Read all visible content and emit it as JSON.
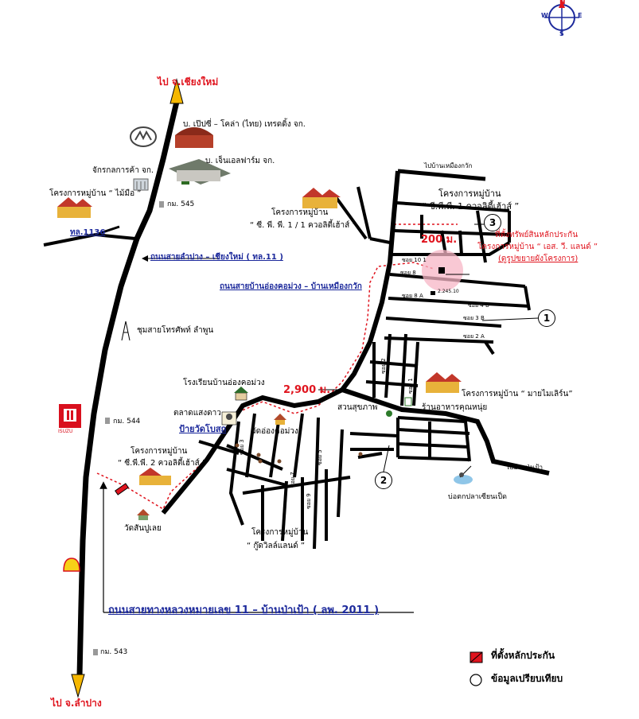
{
  "directions": {
    "north": "ไป จ.เชียงใหม่",
    "south": "ไป จ.ลำปาง",
    "to_mueang_kwak": "ไปบ้านเหมืองกวัก",
    "to_pa_pao": "ไปบ้านป่าเป้า"
  },
  "compass": {
    "n": "N",
    "s": "S",
    "e": "E",
    "w": "W"
  },
  "roads": {
    "r1136": "ทล.1136",
    "main_road": "ถนนสายลำปาง – เชียงใหม่ ( ทล.11 )",
    "village_road": "ถนนสายบ้านอ่องคอม่วง – บ้านเหมืองกวัก",
    "bottom_road": "ถนนสายทางหลวงหมายเลข 11 – บ้านป่าเป้า ( ลพ. 2011 )"
  },
  "km_markers": {
    "k545": "กม. 545",
    "k544": "กม. 544",
    "k543": "กม. 543"
  },
  "places": {
    "pepsi": "บ. เป๊ปซี่ – โคล่า (ไทย) เทรดดิ้ง จก.",
    "jasmine": "บ. เจ็นเอลฟาร์ม จก.",
    "machine": "จักรกลการค้า จก.",
    "maimue": "โครงการหมู่บ้าน “ ไม้มือ ”",
    "telecom": "ชุมสายโทรศัพท์ ลำพูน",
    "school": "โรงเรียนบ้านอ่องคอม่วง",
    "market": "ตลาดแสงดาว",
    "bus_stop": "ป้ายวัดโบสถ",
    "temple_ong": "วัดอ่องคอม่วง",
    "temple_sanpuloei": "วัดสันปูเลย",
    "proj_cp2_1": "โครงการหมู่บ้าน",
    "proj_cp2_2": "“ ซี.พี.พี. 2 ควอลิตี้เฮ้าส์ ”",
    "proj_cp11_1": "โครงการหมู่บ้าน",
    "proj_cp11_2": "“ ซี. พี. พี. 1 / 1 ควอลิตี้เฮ้าส์ ”",
    "proj_cp1_1": "โครงการหมู่บ้าน",
    "proj_cp1_2": "“ ซี.พี.พี. 1 ควอลิตี้เฮ้าส์ ”",
    "collateral_1": "ที่ตั้งทรัพย์สินหลักประกัน",
    "collateral_2": "โครงการหมู่บ้าน “ เอส. วี. แลนด์ ”",
    "collateral_3": "(ดูรูปขยายผังโครงการ)",
    "mymellin": "โครงการหมู่บ้าน “ มายไมเลิร์น”",
    "park": "สวนสุขภาพ",
    "restaurant": "ร้านอาหารคุณหนุ่ย",
    "fishpond": "บ่อตกปลาเซียนเป็ด",
    "goodwill_1": "โครงการหมู่บ้าน",
    "goodwill_2": "“ กู๊ดวิลล์แลนด์ ”"
  },
  "distances": {
    "d200": "200 ม.",
    "d2900": "2,900 ม."
  },
  "numbered_points": [
    "1",
    "2",
    "3"
  ],
  "soi_labels": {
    "s10_1": "ซอย 10 1",
    "s8": "ซอย 8",
    "s4b": "ซอย 4 B",
    "s3b": "ซอย 3 B",
    "s2": "ซอย 2",
    "s2a": "ซอย 2 A",
    "s8a": "ซอย 8 A",
    "spot": "2.245.10",
    "v1": "ซอย 1",
    "v2": "ซอย 2",
    "v3": "ซอย 3",
    "v5": "ซอย 5",
    "v7": "ซอย 7",
    "v9": "ซอย 9"
  },
  "logos": {
    "isuzu": "ISUZU"
  },
  "legend": {
    "collateral": "ที่ตั้งหลักประกัน",
    "comparison": "ข้อมูลเปรียบเทียบ"
  },
  "colors": {
    "road": "#000000",
    "label_red": "#e0141e",
    "label_blue": "#1d2a9c",
    "arrow_yellow": "#f5b700",
    "route_dotted": "#e0141e",
    "collateral_marker": "#e0141e",
    "collateral_area": "#f7b6c6"
  },
  "icons": [
    "compass-icon",
    "mazda-logo-icon",
    "factory-icon",
    "farm-building-icon",
    "office-building-icon",
    "village-houses-icon",
    "km-post-icon",
    "telecom-tower-icon",
    "isuzu-logo-icon",
    "school-icon",
    "market-icon",
    "temple-icon",
    "shell-logo-icon",
    "park-icon",
    "restaurant-icon",
    "fishing-icon"
  ]
}
